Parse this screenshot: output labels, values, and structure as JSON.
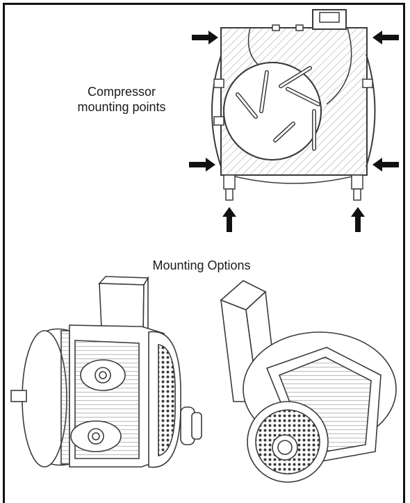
{
  "labels": {
    "mounting_points_line1": "Compressor",
    "mounting_points_line2": "mounting points",
    "mounting_options": "Mounting Options"
  },
  "colors": {
    "line": "#3a3a3a",
    "hatch": "#9a9a9a",
    "arrow": "#111111",
    "frame": "#111111"
  }
}
